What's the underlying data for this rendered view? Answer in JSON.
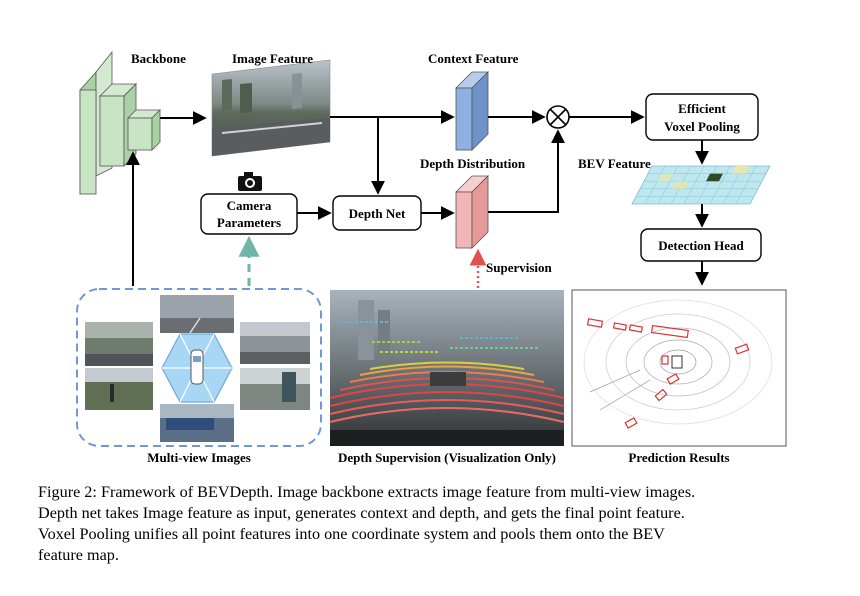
{
  "figure": {
    "labels": {
      "backbone": "Backbone",
      "image_feature": "Image Feature",
      "context_feature": "Context Feature",
      "depth_distribution": "Depth Distribution",
      "camera_parameters_line1": "Camera",
      "camera_parameters_line2": "Parameters",
      "depth_net": "Depth Net",
      "efficient_voxel_pooling_line1": "Efficient",
      "efficient_voxel_pooling_line2": "Voxel Pooling",
      "bev_feature": "BEV Feature",
      "detection_head": "Detection Head",
      "supervision": "Supervision",
      "multi_view_images": "Multi-view Images",
      "depth_supervision": "Depth Supervision (Visualization Only)",
      "prediction_results": "Prediction Results"
    },
    "colors": {
      "backbone_green": "#c9e4c5",
      "context_blue": "#8fb0e0",
      "depth_pink": "#f2b6b6",
      "bev_cyan": "#bfe7f0",
      "camera_dash": "#6fb5a8",
      "multiview_dash": "#6e98d6",
      "supervision_dot": "#e05050"
    }
  },
  "caption": {
    "line1": "Figure 2: Framework of BEVDepth. Image backbone extracts image feature from multi-view images.",
    "line2": "Depth net takes Image feature as input, generates context and depth, and gets the final point feature.",
    "line3": "Voxel Pooling unifies all point features into one coordinate system and pools them onto the BEV",
    "line4": "feature map."
  }
}
